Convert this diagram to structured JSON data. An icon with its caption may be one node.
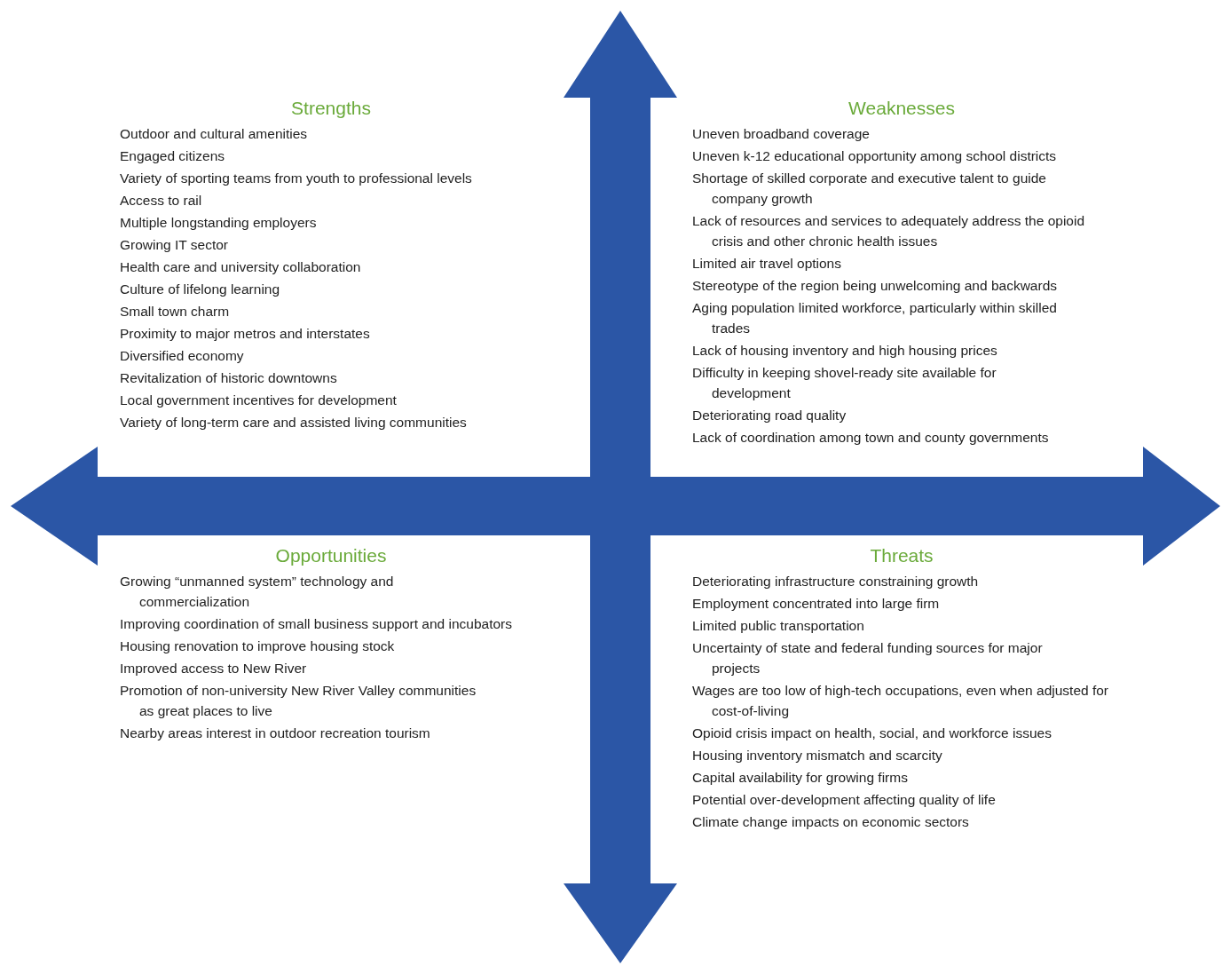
{
  "diagram": {
    "nodes": [
      {
        "text": [
          "Strengths",
          "Outdoor and cultural amenities",
          "Engaged citizens",
          "Variety of sporting teams from youth to professional levels",
          "Access to rail",
          "Multiple longstanding employers",
          "Growing IT sector",
          "Health care and university collaboration",
          "Culture of lifelong learning",
          "Small town charm",
          "Proximity to major metros and interstates",
          "Diversified economy",
          "Revitalization of historic downtowns",
          "Local government incentives for development",
          "Variety of long-term care and assisted living communities"
        ]
      },
      {
        "text": [
          "Weaknesses",
          "Uneven broadband coverage",
          "Uneven k-12 educational opportunity among school districts",
          "Shortage of skilled corporate and executive talent to guide company growth",
          "Lack of resources and services to adequately address the opioid crisis and other chronic health issues",
          "Limited air travel options",
          "Stereotype of the region being unwelcoming and backwards",
          "Aging population limited workforce, particularly within skilled trades",
          "Lack of housing inventory and high housing prices",
          "Difficulty in keeping shovel-ready site available for development",
          "Deteriorating road quality",
          "Lack of coordination among town and county governments"
        ]
      },
      {
        "text": [
          "Opportunities",
          "Growing “unmanned system” technology and commercialization",
          "Improving coordination of small business support and incubators",
          "Housing renovation to improve housing stock",
          "Improved access to New River",
          "Promotion of non-university New River Valley communities as great places to live",
          "Nearby areas interest in outdoor recreation tourism"
        ]
      },
      {
        "text": [
          "Threats",
          "Deteriorating infrastructure constraining growth",
          "Employment concentrated into large firm",
          "Limited public transportation",
          "Uncertainty of state and federal funding sources for major projects",
          "Wages are too low of high-tech occupations, even when adjusted for cost-of-living",
          "Opioid crisis impact on health, social, and workforce issues",
          "Housing inventory mismatch and scarcity",
          "Capital availability for growing firms",
          "Potential over-development affecting quality of life",
          "Climate change impacts on economic sectors"
        ]
      }
    ]
  }
}
